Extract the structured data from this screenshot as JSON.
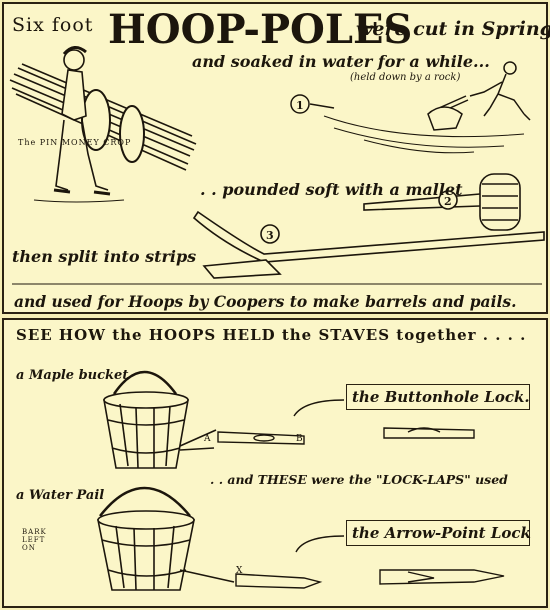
{
  "top_panel": {
    "line1_prefix": "Six foot",
    "title": "HOOP-POLES",
    "line1_suffix": "were cut in Spring",
    "line2": "and soaked in water for a while...",
    "held_note": "(held down by a rock)",
    "crop_label": "The PIN MONEY CROP",
    "step1": "1",
    "step2": "2",
    "step3": "3",
    "pounded": ". . pounded soft with a mallet",
    "split": "then split into strips",
    "used": "and used for Hoops by Coopers to make barrels and pails."
  },
  "bottom_panel": {
    "heading": "SEE HOW the HOOPS HELD the STAVES together . . . .",
    "maple": "a Maple bucket",
    "buttonhole": "the Buttonhole Lock.",
    "lock_laps": ". . and THESE were the \"LOCK-LAPS\" used",
    "water": "a Water Pail",
    "bark": "BARK LEFT ON",
    "arrow_point": "the Arrow-Point Lock",
    "mark_a": "A",
    "mark_b": "B",
    "mark_x": "X"
  },
  "colors": {
    "paper": "#fbf6c8",
    "ink": "#1c160c"
  }
}
